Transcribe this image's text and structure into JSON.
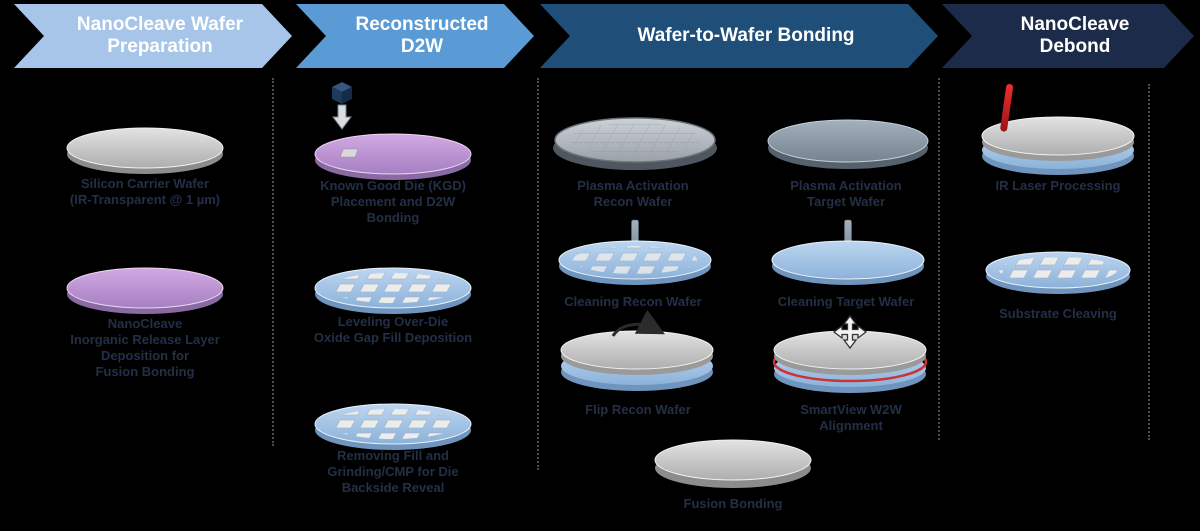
{
  "header": {
    "steps": [
      {
        "label": "NanoCleave Wafer\nPreparation"
      },
      {
        "label": "Reconstructed\nD2W"
      },
      {
        "label": "Wafer-to-Wafer Bonding"
      },
      {
        "label": "NanoCleave\nDebond"
      }
    ]
  },
  "prep": {
    "carrier_wafer_caption": "Silicon Carrier Wafer\n(IR-Transparent @ 1 µm)",
    "release_wafer_caption": "NanoCleave\nInorganic Release Layer\nDeposition for\nFusion Bonding"
  },
  "reconstructed_d2w": {
    "placement_caption": "Known Good Die (KGD)\nPlacement and D2W\nBonding",
    "gapfill_caption": "Leveling Over-Die\nOxide Gap Fill Deposition",
    "reveal_caption": "Removing Fill and\nGrinding/CMP for Die\nBackside Reveal"
  },
  "w2w_bonding": {
    "plasma_recon_caption": "Plasma Activation\nRecon Wafer",
    "plasma_target_caption": "Plasma Activation\nTarget Wafer",
    "clean_recon_caption": "Cleaning Recon Wafer",
    "clean_target_caption": "Cleaning Target Wafer",
    "flip_caption": "Flip Recon Wafer",
    "align_caption": "SmartView W2W\nAlignment",
    "fusion_caption": "Fusion Bonding"
  },
  "debond": {
    "laser_caption": "IR Laser Processing",
    "cleave_caption": "Substrate Cleaving"
  },
  "icons": {
    "pick_and_place_die": "die-cube-with-down-arrow",
    "cleaning_nozzle": "center-pin-nozzle",
    "flip_arrow": "curved-flip-arrow",
    "alignment_move": "four-way-move-arrows",
    "laser_beam": "red-ir-laser-beam"
  },
  "colors": {
    "arrow1": "#A6C5E8",
    "arrow2": "#5B9BD5",
    "arrow3": "#1F4E79",
    "arrow4": "#1D2B4A",
    "caption_text": "#232F47",
    "laser_red": "#D42020",
    "wafer_gray": "#C6C6C6",
    "wafer_purple": "#BE97D6",
    "wafer_blue": "#A9C7E8"
  }
}
